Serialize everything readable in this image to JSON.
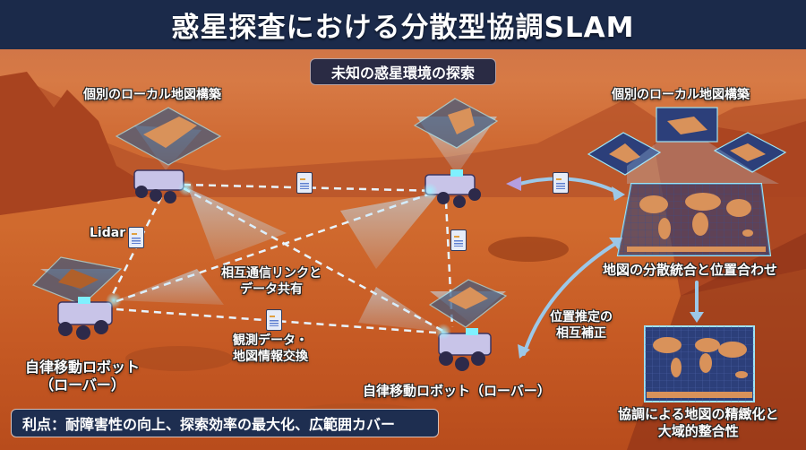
{
  "title": "惑星探査における分散型協調SLAM",
  "subtitle": "未知の惑星環境の探索",
  "labels": {
    "local_map_left": "個別のローカル地図構築",
    "local_map_right": "個別のローカル地図構築",
    "lidar": "Lidar",
    "comm_link_line1": "相互通信リンクと",
    "comm_link_line2": "データ共有",
    "obs_exchange_line1": "観測データ・",
    "obs_exchange_line2": "地図情報交換",
    "rover_left_line1": "自律移動ロボット",
    "rover_left_line2": "（ローバー）",
    "rover_bottom": "自律移動ロボット（ローバー）",
    "pose_correction_line1": "位置推定の",
    "pose_correction_line2": "相互補正",
    "map_merge": "地図の分散統合と位置合わせ",
    "refine_line1": "協調による地図の精緻化と",
    "refine_line2": "大域的整合性"
  },
  "banner": "利点：耐障害性の向上、探索効率の最大化、広範囲カバー",
  "icons": [
    "document-icon",
    "rover-icon",
    "map-grid-icon",
    "world-map-icon",
    "arrow-icon"
  ],
  "colors": {
    "title_bg": "#1b2a4a",
    "banner_bg": "#1e2e50",
    "link_dash": "#e8f4ff",
    "map_grid": "#2c3f7a",
    "land": "#d9925a",
    "arrow": "#9cc8e8"
  }
}
